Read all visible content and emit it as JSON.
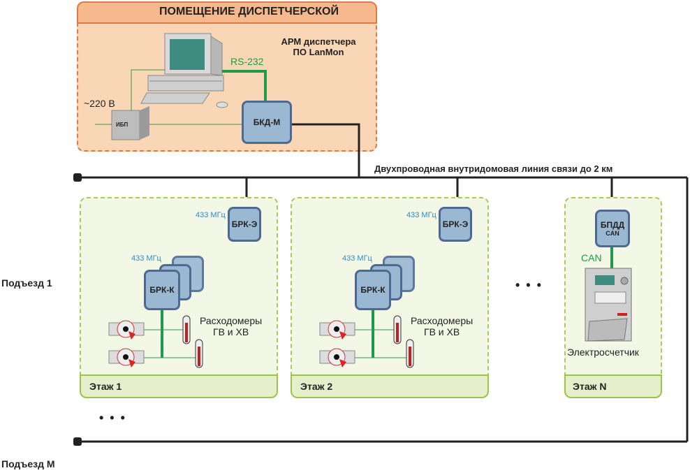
{
  "dispatch_room": {
    "title": "ПОМЕЩЕНИЕ ДИСПЕТЧЕРСКОЙ",
    "workstation_label_line1": "АРМ диспетчера",
    "workstation_label_line2": "ПО LanMon",
    "interface_label": "RS-232",
    "power_label": "~220 В",
    "ups_label": "ИБП",
    "controller_label": "БКД-М"
  },
  "bus_label": "Двухпроводная внутридомовая линия связи до 2 км",
  "entrances": [
    "Подъезд 1",
    "Подъезд М"
  ],
  "floors": [
    {
      "label": "Этаж 1",
      "radio_label_1": "433 МГц",
      "radio_label_2": "433 МГц",
      "repeater_label": "БРК-Э",
      "collector_label": "БРК-К",
      "meters_label_line1": "Расходомеры",
      "meters_label_line2": "ГВ и ХВ"
    },
    {
      "label": "Этаж 2",
      "radio_label_1": "433 МГц",
      "radio_label_2": "433 МГц",
      "repeater_label": "БРК-Э",
      "collector_label": "БРК-К",
      "meters_label_line1": "Расходомеры",
      "meters_label_line2": "ГВ и ХВ"
    },
    {
      "label": "Этаж N",
      "adapter_label": "БПДД",
      "adapter_sublabel": "CAN",
      "interface_label": "CAN",
      "meter_label": "Электросчетчик"
    }
  ],
  "ellipsis": "• • •"
}
